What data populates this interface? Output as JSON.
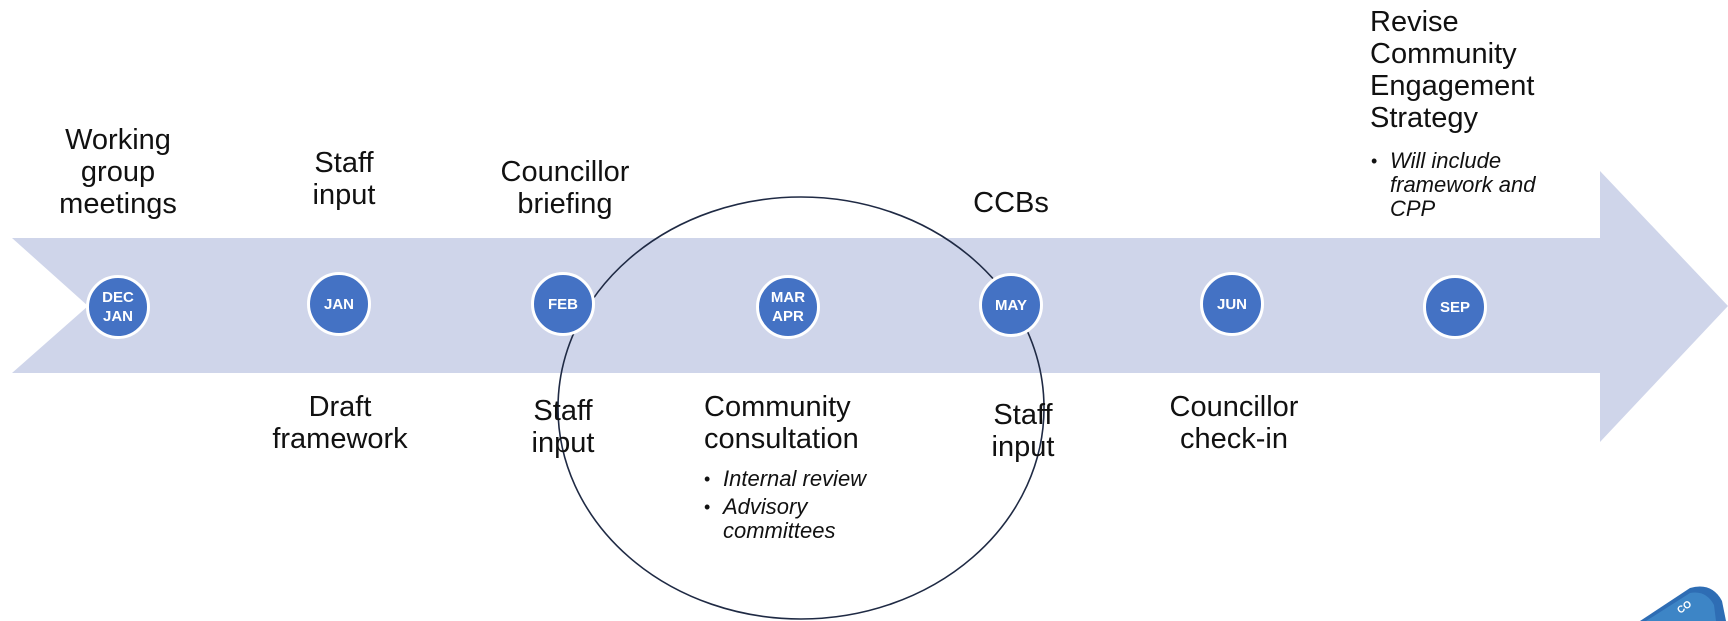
{
  "colors": {
    "arrow": "#cfd5ea",
    "marker": "#4472c4",
    "marker_text": "#ffffff",
    "ellipse_stroke": "#1f2a44",
    "logo": "#2e6db4"
  },
  "milestones": [
    {
      "label_lines": [
        "DEC",
        "JAN"
      ]
    },
    {
      "label_lines": [
        "JAN"
      ]
    },
    {
      "label_lines": [
        "FEB"
      ]
    },
    {
      "label_lines": [
        "MAR",
        "APR"
      ]
    },
    {
      "label_lines": [
        "MAY"
      ]
    },
    {
      "label_lines": [
        "JUN"
      ]
    },
    {
      "label_lines": [
        "SEP"
      ]
    }
  ],
  "above": {
    "working_group": [
      "Working",
      "group",
      "meetings"
    ],
    "staff_input_jan": [
      "Staff",
      "input"
    ],
    "councillor_briefing": [
      "Councillor",
      "briefing"
    ],
    "ccbs": [
      "CCBs"
    ],
    "revise_strategy": {
      "title_lines": [
        "Revise",
        "Community",
        "Engagement",
        "Strategy"
      ],
      "bullets": [
        {
          "lines": [
            "Will include",
            "framework and",
            "CPP"
          ]
        }
      ]
    }
  },
  "below": {
    "draft_framework": [
      "Draft",
      "framework"
    ],
    "staff_input_feb": [
      "Staff",
      "input"
    ],
    "community_consultation": {
      "title_lines": [
        "Community",
        "consultation"
      ],
      "bullets": [
        {
          "lines": [
            "Internal review"
          ]
        },
        {
          "lines": [
            "Advisory",
            "committees"
          ]
        }
      ]
    },
    "staff_input_may": [
      "Staff",
      "input"
    ],
    "councillor_checkin": [
      "Councillor",
      "check-in"
    ]
  },
  "icons": {
    "logo": "city-logo-badge-icon"
  }
}
